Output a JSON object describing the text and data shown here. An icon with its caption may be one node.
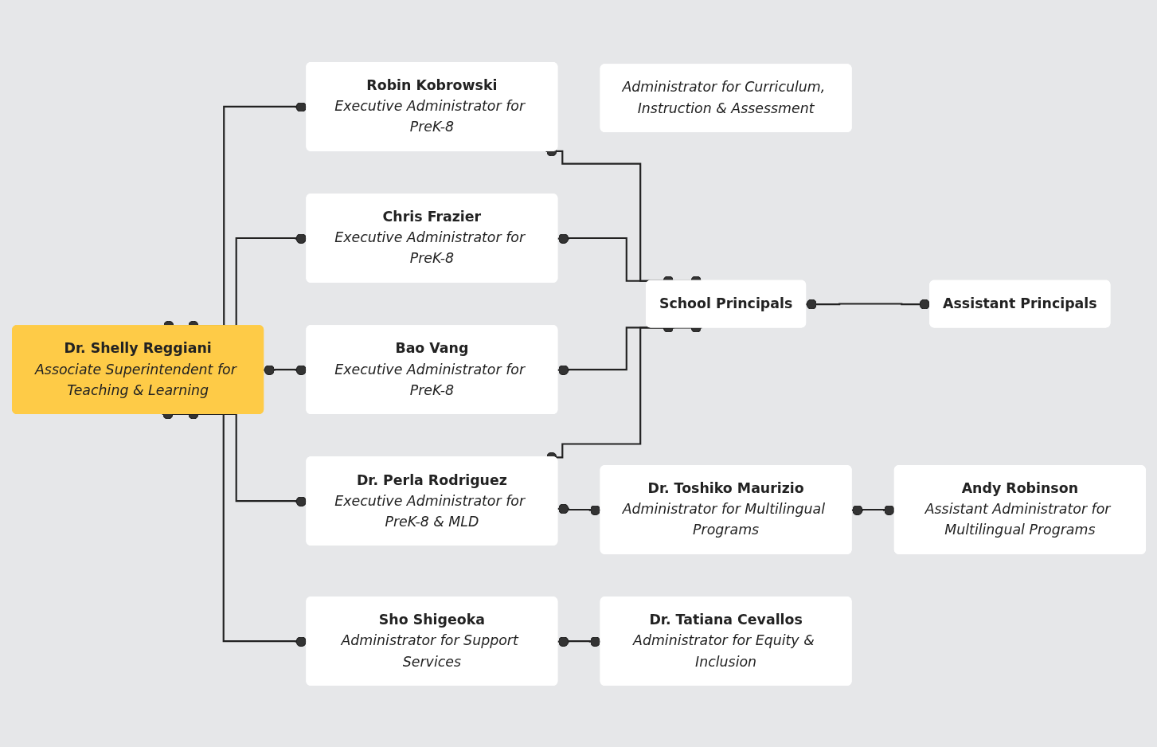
{
  "diagram": {
    "nodes": [
      {
        "text": [
          "Dr. Shelly Reggiani",
          "Associate Superintendent for Teaching & Learning"
        ]
      },
      {
        "text": [
          "Robin Kobrowski",
          "Executive Administrator for PreK-8"
        ]
      },
      {
        "text": [
          "Chris Frazier",
          "Executive Administrator for PreK-8"
        ]
      },
      {
        "text": [
          "Bao Vang",
          "Executive Administrator for PreK-8"
        ]
      },
      {
        "text": [
          "Dr. Perla Rodriguez",
          "Executive Administrator for PreK-8 & MLD"
        ]
      },
      {
        "text": [
          "Sho Shigeoka",
          "Administrator for Support Services"
        ]
      },
      {
        "text": [
          "Administrator for Curriculum, Instruction & Assessment"
        ]
      },
      {
        "text": [
          "School Principals"
        ]
      },
      {
        "text": [
          "Assistant Principals"
        ]
      },
      {
        "text": [
          "Dr. Toshiko Maurizio",
          "Administrator for Multilingual Programs"
        ]
      },
      {
        "text": [
          "Andy Robinson",
          "Assistant Administrator for Multilingual Programs"
        ]
      },
      {
        "text": [
          "Dr. Tatiana Cevallos",
          "Administrator for Equity & Inclusion"
        ]
      }
    ],
    "edges": [
      {
        "from": 0,
        "to": 1,
        "arrow": "other"
      },
      {
        "from": 0,
        "to": 2,
        "arrow": "other"
      },
      {
        "from": 0,
        "to": 3,
        "arrow": "other"
      },
      {
        "from": 0,
        "to": 4,
        "arrow": "other"
      },
      {
        "from": 0,
        "to": 5,
        "arrow": "other"
      },
      {
        "from": 1,
        "to": 7,
        "arrow": "other"
      },
      {
        "from": 2,
        "to": 7,
        "arrow": "other"
      },
      {
        "from": 3,
        "to": 7,
        "arrow": "other"
      },
      {
        "from": 4,
        "to": 7,
        "arrow": "other"
      },
      {
        "from": 7,
        "to": 8,
        "arrow": "other"
      },
      {
        "from": 4,
        "to": 9,
        "arrow": "other"
      },
      {
        "from": 9,
        "to": 10,
        "arrow": "other"
      },
      {
        "from": 5,
        "to": 11,
        "arrow": "other"
      }
    ]
  }
}
